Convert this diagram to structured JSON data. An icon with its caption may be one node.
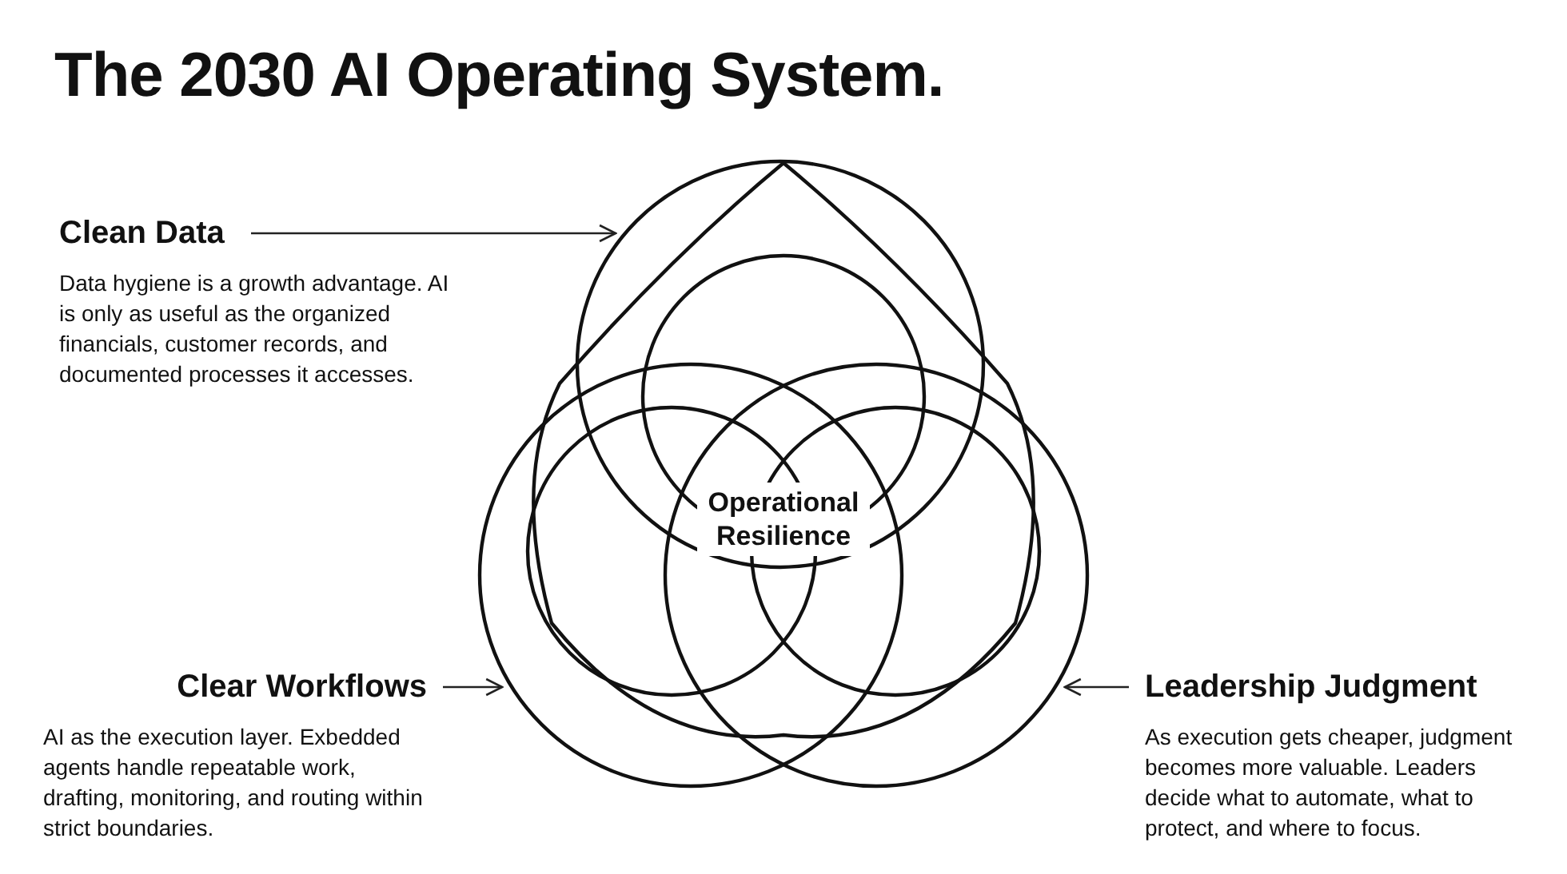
{
  "diagram": {
    "title": "The 2030 AI Operating System.",
    "nodes": [
      {
        "text": [
          "Clean Data",
          "Data hygiene is a growth advantage. AI is only as useful as the organized financials, customer records, and documented processes it accesses."
        ]
      },
      {
        "text": [
          "Clear Workflows",
          "AI as the execution layer. Exbedded agents handle repeatable work, drafting, monitoring, and routing within strict boundaries."
        ]
      },
      {
        "text": [
          "Leadership Judgment",
          "As execution gets cheaper, judgment becomes more valuable. Leaders decide what to automate, what to protect, and where to focus."
        ]
      },
      {
        "text": [],
        "shape": "circle"
      },
      {
        "text": [],
        "shape": "circle"
      },
      {
        "text": [],
        "shape": "circle"
      }
    ],
    "edges": [
      {
        "from": 0,
        "to": 3,
        "arrow": "to"
      },
      {
        "from": 1,
        "to": 4,
        "arrow": "to"
      },
      {
        "from": 2,
        "to": 5,
        "arrow": "to"
      }
    ],
    "labels": [
      "Operational Resilience"
    ]
  }
}
